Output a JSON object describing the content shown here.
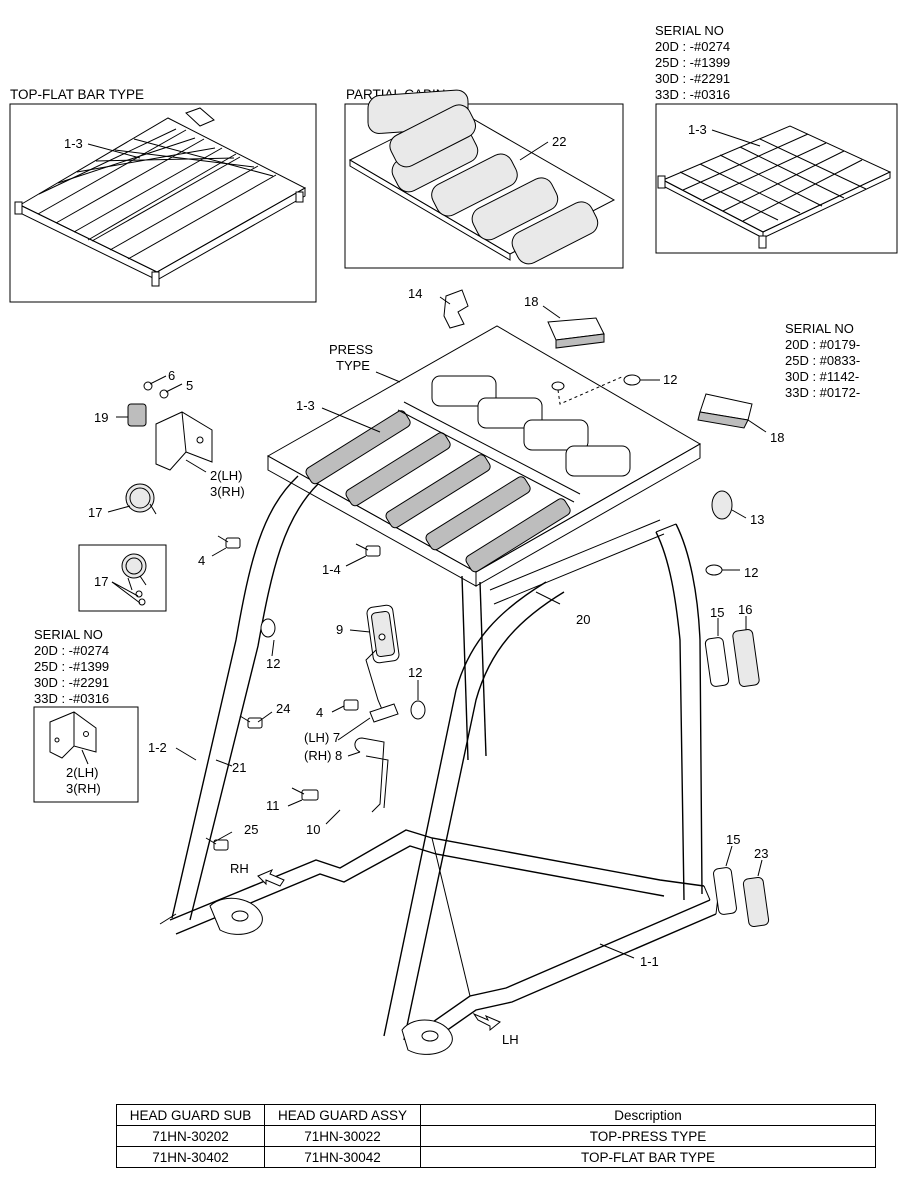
{
  "insets": {
    "flat_bar": {
      "title": "TOP-FLAT BAR TYPE",
      "label": "1-3"
    },
    "partial_cabin": {
      "title": "PARTIAL CABIN",
      "label": "22"
    },
    "serial_top": {
      "label": "1-3",
      "serial": [
        "SERIAL NO",
        "20D : -#0274",
        "25D : -#1399",
        "30D : -#2291",
        "33D : -#0316"
      ]
    },
    "serial_left": {
      "label_lh": "2(LH)",
      "label_rh": "3(RH)",
      "serial": [
        "SERIAL NO",
        "20D : -#0274",
        "25D : -#1399",
        "30D : -#2291",
        "33D : -#0316"
      ]
    },
    "lamp_detail": {
      "label": "17"
    }
  },
  "serial_right": [
    "SERIAL NO",
    "20D : #0179-",
    "25D : #0833-",
    "30D : #1142-",
    "33D : #0172-"
  ],
  "press_type": [
    "PRESS",
    "TYPE"
  ],
  "callouts": {
    "p14": "14",
    "p18a": "18",
    "p12a": "12",
    "p18b": "18",
    "p6": "6",
    "p5": "5",
    "p19": "19",
    "p13": "13",
    "p1_3": "1-3",
    "p2lh": "2(LH)",
    "p3rh": "3(RH)",
    "p17": "17",
    "p4a": "4",
    "p1_4": "1-4",
    "p12b": "12",
    "p15a": "15",
    "p16": "16",
    "p20": "20",
    "p9": "9",
    "p12c": "12",
    "p12d": "12",
    "p24": "24",
    "p4b": "4",
    "p7": "(LH) 7",
    "p8": "(RH) 8",
    "p1_2": "1-2",
    "p21": "21",
    "p11": "11",
    "p25": "25",
    "p10": "10",
    "p15b": "15",
    "p23": "23",
    "p1_1": "1-1",
    "rh": "RH",
    "lh": "LH"
  },
  "table": {
    "headers": [
      "HEAD GUARD SUB",
      "HEAD GUARD ASSY",
      "Description"
    ],
    "rows": [
      {
        "sub": "71HN-30202",
        "assy": "71HN-30022",
        "desc": "TOP-PRESS TYPE"
      },
      {
        "sub": "71HN-30402",
        "assy": "71HN-30042",
        "desc": "TOP-FLAT BAR TYPE"
      }
    ]
  }
}
